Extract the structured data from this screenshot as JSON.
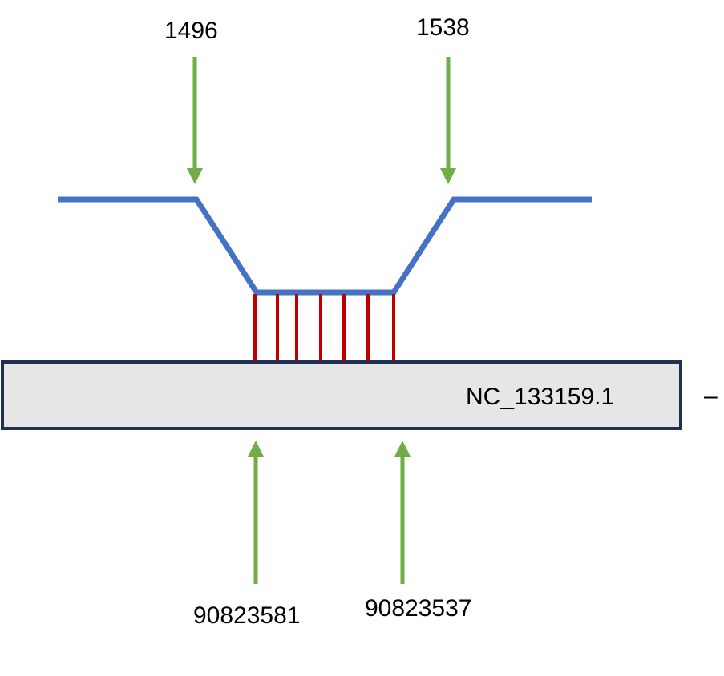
{
  "labels": {
    "top_left": "1496",
    "top_right": "1538",
    "bottom_left": "90823581",
    "bottom_right": "90823537",
    "reference": "NC_133159.1",
    "trailing_mark": "–"
  },
  "colors": {
    "read_line": "#4472C4",
    "arrow": "#70AD47",
    "match_bars": "#C00000",
    "reference_fill": "#E6E6E6",
    "reference_border": "#1F3050"
  },
  "match_bar_count": 7
}
